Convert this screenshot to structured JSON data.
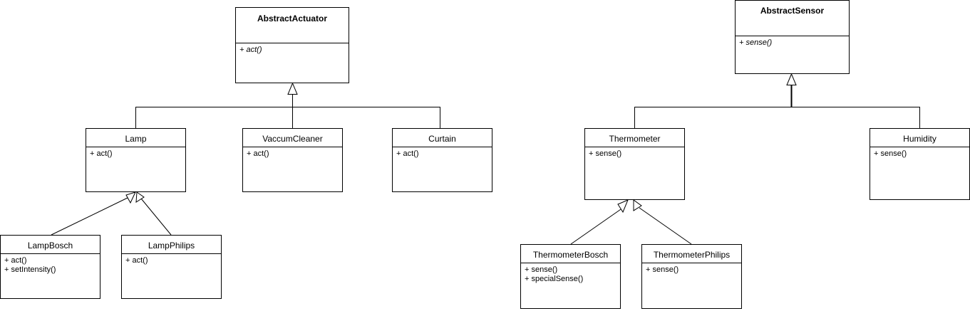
{
  "abstract_actuator": {
    "name": "AbstractActuator",
    "methods": [
      "+ act()"
    ]
  },
  "lamp": {
    "name": "Lamp",
    "methods": [
      "+ act()"
    ]
  },
  "vaccum_cleaner": {
    "name": "VaccumCleaner",
    "methods": [
      "+ act()"
    ]
  },
  "curtain": {
    "name": "Curtain",
    "methods": [
      "+ act()"
    ]
  },
  "lamp_bosch": {
    "name": "LampBosch",
    "methods": [
      "+ act()",
      "+ setIntensity()"
    ]
  },
  "lamp_philips": {
    "name": "LampPhilips",
    "methods": [
      "+ act()"
    ]
  },
  "abstract_sensor": {
    "name": "AbstractSensor",
    "methods": [
      "+ sense()"
    ]
  },
  "thermometer": {
    "name": "Thermometer",
    "methods": [
      "+ sense()"
    ]
  },
  "humidity": {
    "name": "Humidity",
    "methods": [
      "+ sense()"
    ]
  },
  "thermometer_bosch": {
    "name": "ThermometerBosch",
    "methods": [
      "+ sense()",
      "+ specialSense()"
    ]
  },
  "thermometer_philips": {
    "name": "ThermometerPhilips",
    "methods": [
      "+ sense()"
    ]
  }
}
